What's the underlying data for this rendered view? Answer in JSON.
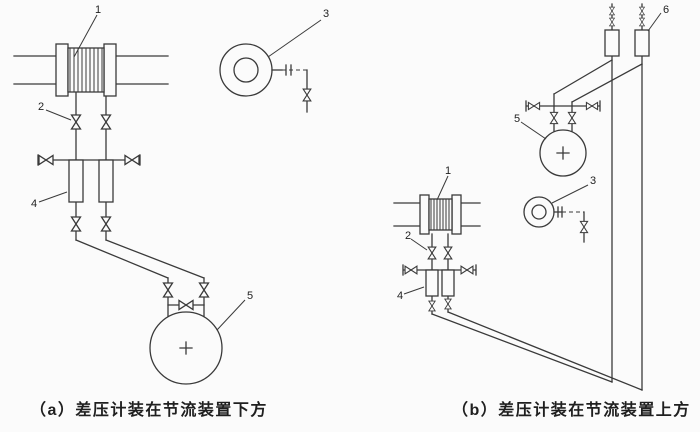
{
  "colors": {
    "ink": "#3a3a3a",
    "bg": "#fbfbfb",
    "text": "#1f1f1f"
  },
  "diagram_a": {
    "caption": "（a）差压计装在节流装置下方",
    "labels": {
      "n1": "1",
      "n2": "2",
      "n3": "3",
      "n4": "4",
      "n5": "5"
    }
  },
  "diagram_b": {
    "caption": "（b）差压计装在节流装置上方",
    "labels": {
      "n1": "1",
      "n2": "2",
      "n3": "3",
      "n4": "4",
      "n5": "5",
      "n6": "6"
    }
  }
}
